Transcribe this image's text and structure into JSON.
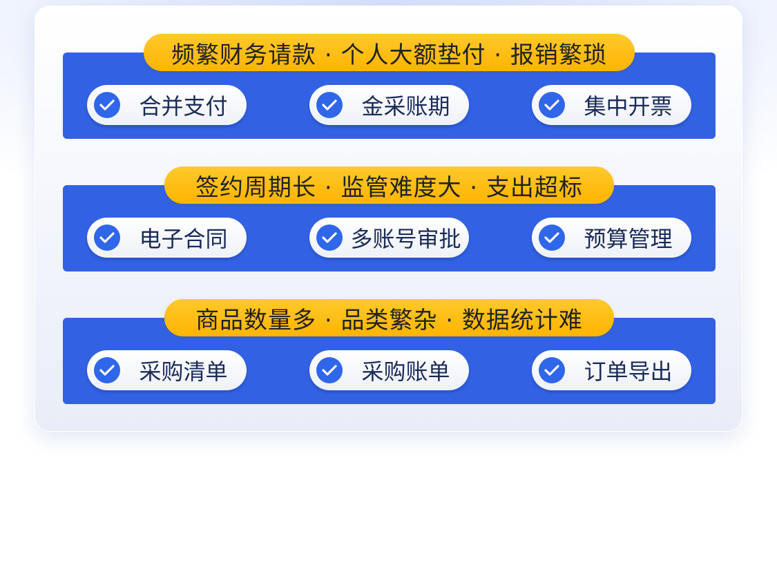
{
  "sections": [
    {
      "banner": "频繁财务请款 · 个人大额垫付 · 报销繁琐",
      "items": [
        {
          "label": "合并支付",
          "icon": "check-circle-icon"
        },
        {
          "label": "金采账期",
          "icon": "check-circle-icon"
        },
        {
          "label": "集中开票",
          "icon": "check-circle-icon"
        }
      ]
    },
    {
      "banner": "签约周期长 · 监管难度大 · 支出超标",
      "items": [
        {
          "label": "电子合同",
          "icon": "check-circle-icon"
        },
        {
          "label": "多账号审批",
          "icon": "check-circle-icon"
        },
        {
          "label": "预算管理",
          "icon": "check-circle-icon"
        }
      ]
    },
    {
      "banner": "商品数量多 · 品类繁杂 · 数据统计难",
      "items": [
        {
          "label": "采购清单",
          "icon": "check-circle-icon"
        },
        {
          "label": "采购账单",
          "icon": "check-circle-icon"
        },
        {
          "label": "订单导出",
          "icon": "check-circle-icon"
        }
      ]
    }
  ],
  "colors": {
    "panel_blue": "#3262e3",
    "banner_yellow": "#ffb400",
    "check_blue": "#2f66ea",
    "label_text": "#1a2b57"
  }
}
